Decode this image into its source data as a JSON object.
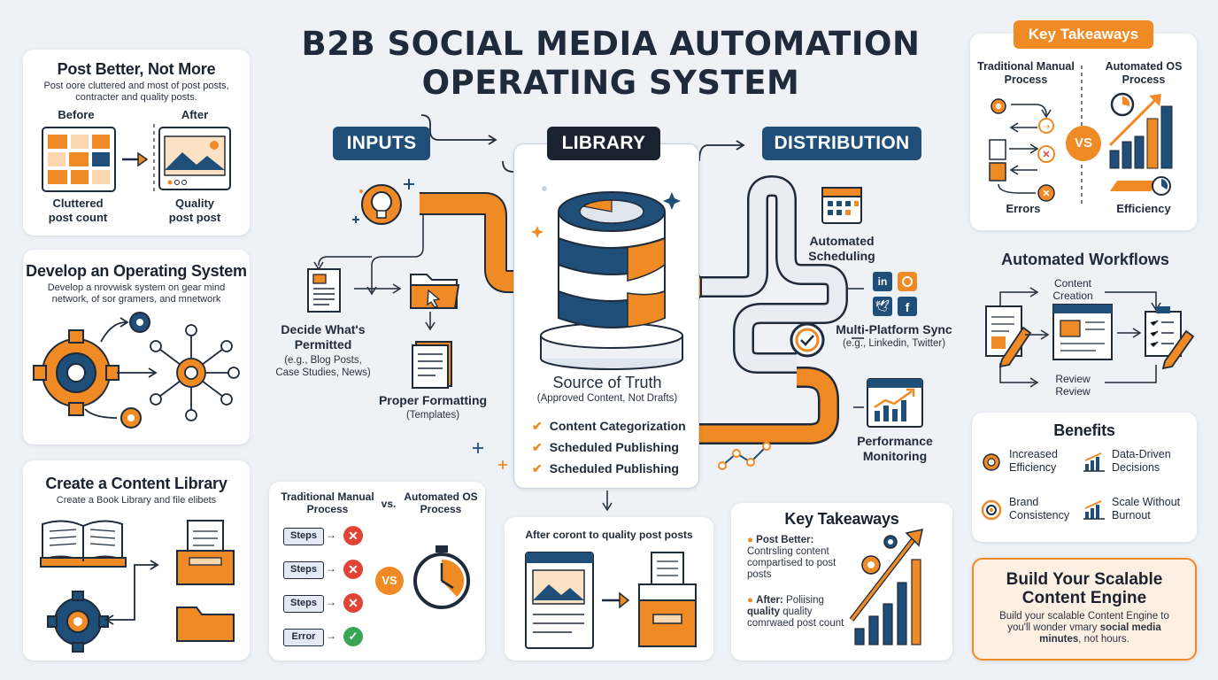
{
  "title": {
    "line1": "B2B SOCIAL MEDIA AUTOMATION",
    "line2": "OPERATING SYSTEM"
  },
  "post_better": {
    "heading": "Post Better, Not More",
    "desc": "Post oore cluttered and most of post posts, contracter and quality posts.",
    "before": "Before",
    "after": "After",
    "cluttered": "Cluttered post count",
    "quality": "Quality post post"
  },
  "operating_system": {
    "heading": "Develop an Operating System",
    "desc": "Develop a nrovwisk system on gear mind network, of sor gramers, and mnetwork"
  },
  "content_library": {
    "heading": "Create a Content Library",
    "desc": "Create a Book Library and file elibets"
  },
  "inputs": {
    "label": "INPUTS",
    "decide_title": "Decide What's Permitted",
    "decide_sub": "(e.g., Blog Posts, Case Studies, News)",
    "format_title": "Proper Formatting",
    "format_sub": "(Templates)"
  },
  "library": {
    "label": "LIBRARY",
    "source_title": "Source of Truth",
    "source_sub": "(Approved Content, Not Drafts)",
    "checks": [
      "Content Categorization",
      "Scheduled Publishing",
      "Scheduled Publishing"
    ]
  },
  "distribution": {
    "label": "DISTRIBUTION",
    "scheduling": "Automated Scheduling",
    "sync_title": "Multi-Platform Sync",
    "sync_sub": "(e.g., Linkedin, Twitter)",
    "monitoring": "Performance Monitoring"
  },
  "key_takeaways_top": {
    "badge": "Key Takeaways",
    "traditional": "Traditional Manual Process",
    "automated": "Automated OS Process",
    "vs": "VS",
    "errors": "Errors",
    "efficiency": "Efficiency"
  },
  "workflows": {
    "heading": "Automated Workflows",
    "creation": "Content Creation",
    "review": "Review Review"
  },
  "benefits": {
    "heading": "Benefits",
    "items": [
      {
        "label": "Increased Efficiency",
        "icon": "gear-icon"
      },
      {
        "label": "Data-Driven Decisions",
        "icon": "bar-chart-icon"
      },
      {
        "label": "Brand Consistency",
        "icon": "target-icon"
      },
      {
        "label": "Scale Without Burnout",
        "icon": "bar-chart-icon"
      }
    ]
  },
  "cta": {
    "heading": "Build Your Scalable Content Engine",
    "desc_plain": "Build your scalable Content Engine to you'll wonder vmary ",
    "desc_bold": "social media minutes",
    "desc_end": ", not hours."
  },
  "compare_bottom": {
    "traditional": "Traditional Manual Process",
    "vs_word": "vs.",
    "automated": "Automated OS Process",
    "steps": [
      "Steps",
      "Steps",
      "Steps",
      "Error"
    ],
    "vs": "VS"
  },
  "after_card": {
    "heading": "After coront to quality post posts"
  },
  "key_takeaways_bottom": {
    "heading": "Key Takeaways",
    "p1_bold": "Post Better:",
    "p1": "Contrsling content compartised to post posts",
    "p2_bold": "After:",
    "p2_a": "Poliising",
    "p2_bold2": "quality",
    "p2_b": "quality comrwaed post count"
  },
  "colors": {
    "navy": "#1f4e79",
    "orange": "#f08a24",
    "dark": "#1a2230",
    "green": "#3aa655",
    "red": "#e04434"
  }
}
